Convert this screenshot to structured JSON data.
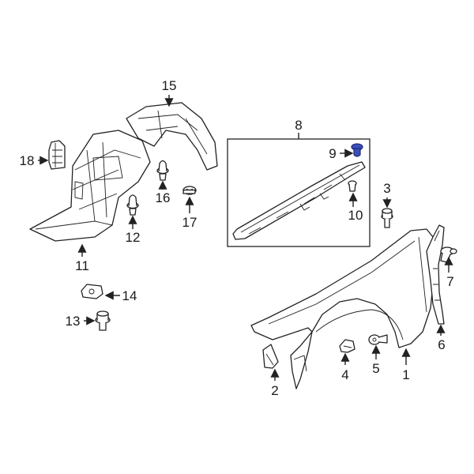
{
  "labels": {
    "p1": "1",
    "p2": "2",
    "p3": "3",
    "p4": "4",
    "p5": "5",
    "p6": "6",
    "p7": "7",
    "p8": "8",
    "p9": "9",
    "p10": "10",
    "p11": "11",
    "p12": "12",
    "p13": "13",
    "p14": "14",
    "p15": "15",
    "p16": "16",
    "p17": "17",
    "p18": "18"
  },
  "colors": {
    "line": "#222222",
    "highlight": "#3b4fb8"
  }
}
